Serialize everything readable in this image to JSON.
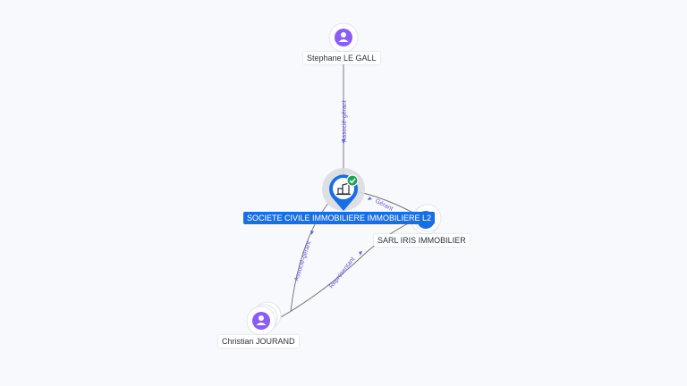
{
  "colors": {
    "background": "#f7f9fc",
    "person": "#8b5cf6",
    "company_selected": "#1a6fe0",
    "company": "#1a6fe0",
    "verified": "#22a05a",
    "edge": "#6b6f7b",
    "edge_label": "#6a5ad8"
  },
  "nodes": {
    "stephane": {
      "label": "Stephane LE GALL",
      "icon": "person-icon"
    },
    "sci": {
      "label": "SOCIETE CIVILE IMMOBILIERE IMMOBILIERE L2",
      "icon": "building-icon",
      "badge": "check-icon"
    },
    "sarl": {
      "label": "SARL IRIS IMMOBILIER",
      "icon": "building-icon"
    },
    "christian": {
      "label": "Christian JOURAND",
      "icon": "person-icon"
    }
  },
  "edges": {
    "stephane_sci": {
      "label": "Associé-gérant"
    },
    "sarl_sci": {
      "label": "Gérant"
    },
    "christian_sci": {
      "label": "Associé-gérant"
    },
    "christian_sarl": {
      "label": "Représentant"
    }
  }
}
